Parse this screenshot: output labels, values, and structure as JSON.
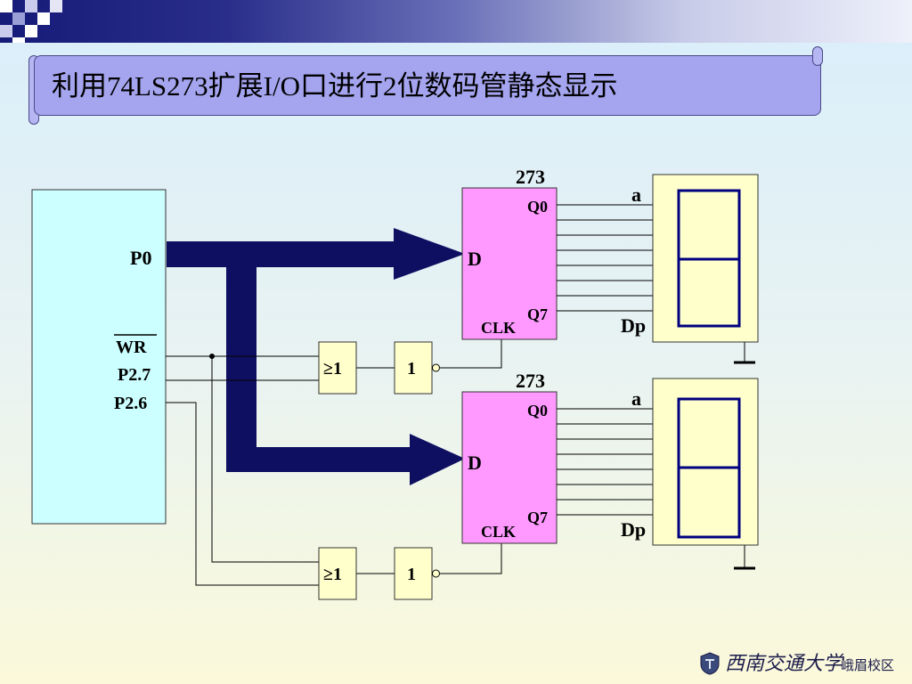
{
  "slide": {
    "title": "利用74LS273扩展I/O口进行2位数码管静态显示"
  },
  "mcu": {
    "port_p0": "P0",
    "pin_wr": "WR",
    "pin_p27": "P2.7",
    "pin_p26": "P2.6"
  },
  "latches": [
    {
      "chip": "273",
      "input": "D",
      "q_first": "Q0",
      "q_last": "Q7",
      "clock": "CLK"
    },
    {
      "chip": "273",
      "input": "D",
      "q_first": "Q0",
      "q_last": "Q7",
      "clock": "CLK"
    }
  ],
  "gates": [
    {
      "or_label": "≥1",
      "not_label": "1"
    },
    {
      "or_label": "≥1",
      "not_label": "1"
    }
  ],
  "displays": [
    {
      "seg_top": "a",
      "seg_dp": "Dp"
    },
    {
      "seg_top": "a",
      "seg_dp": "Dp"
    }
  ],
  "footer": {
    "university": "西南交通大学",
    "campus": "峨眉校区"
  },
  "colors": {
    "bus": "#0f0f62",
    "latch_fill": "#ff99ff",
    "mcu_fill": "#ccffff",
    "display_fill": "#ffffcc",
    "segment_line": "#000080",
    "banner_fill": "#a4a4ef"
  }
}
